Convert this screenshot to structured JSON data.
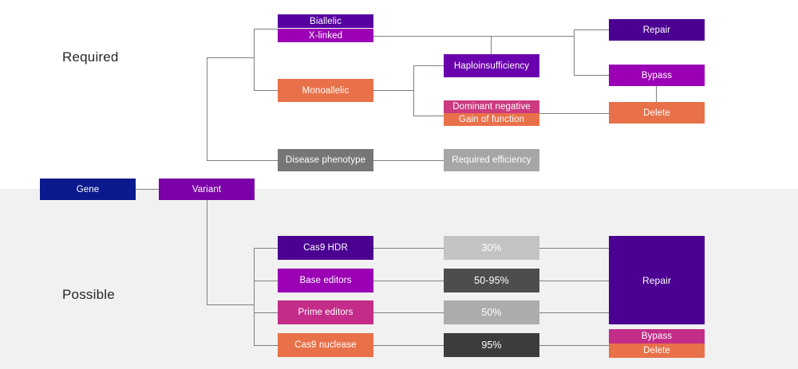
{
  "diagram": {
    "title_sections": {
      "required": "Required",
      "possible": "Possible"
    },
    "root": {
      "gene": "Gene",
      "variant": "Variant"
    },
    "required_branch": {
      "zygosity": {
        "biallelic": "Biallelic",
        "x_linked": "X-linked",
        "monoallelic": "Monoallelic"
      },
      "mechanism": {
        "haploinsufficiency": "Haploinsufficiency",
        "dominant_negative": "Dominant negative",
        "gain_of_function": "Gain of function"
      },
      "strategy": {
        "repair": "Repair",
        "bypass": "Bypass",
        "delete": "Delete"
      },
      "phenotype": {
        "disease_phenotype": "Disease phenotype",
        "required_efficiency": "Required efficiency"
      }
    },
    "possible_branch": {
      "tools": {
        "cas9_hdr": "Cas9 HDR",
        "base_editors": "Base editors",
        "prime_editors": "Prime editors",
        "cas9_nuclease": "Cas9 nuclease"
      },
      "efficiencies": {
        "cas9_hdr": "30%",
        "base_editors": "50-95%",
        "prime_editors": "50%",
        "cas9_nuclease": "95%"
      },
      "outcomes": {
        "repair": "Repair",
        "bypass": "Bypass",
        "delete": "Delete"
      }
    },
    "colors": {
      "gene_navy": "#0A1A8C",
      "variant_purple": "#7B00A8",
      "deep_purple": "#4B0091",
      "bright_purple": "#9B00B5",
      "magenta": "#C32D89",
      "orange": "#E8714A",
      "gray_dark": "#3C3C3C",
      "gray_mid": "#767676",
      "gray_light": "#A6A6A6",
      "gray_pale": "#C3C3C3",
      "band_bg": "#F1F1F1",
      "line": "#808080"
    }
  }
}
